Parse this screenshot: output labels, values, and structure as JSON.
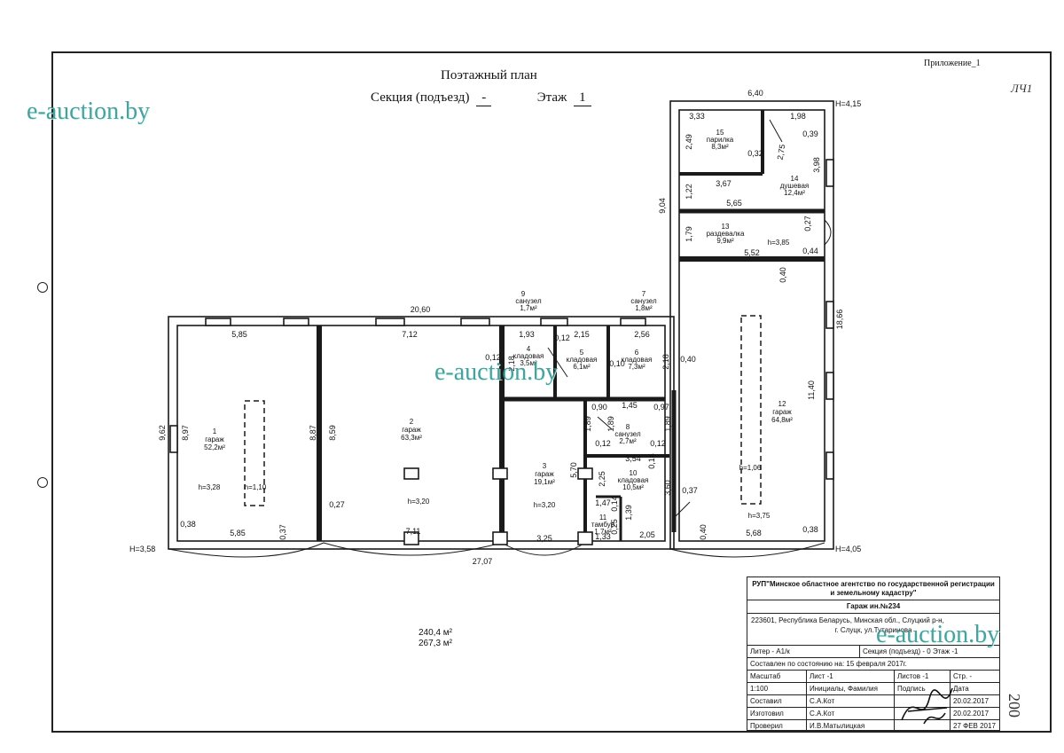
{
  "header": {
    "title": "Поэтажный план",
    "section_label": "Секция (подъезд)",
    "section_value": "-",
    "floor_label": "Этаж",
    "floor_value": "1",
    "appendix": "Приложение_1"
  },
  "watermark": "e-auction.by",
  "margin_marks": {
    "top_right": "ЛЧ1",
    "side_number": "200"
  },
  "rooms": [
    {
      "num": "1",
      "name": "гараж",
      "area": "52,2м²",
      "h": "h=3,28"
    },
    {
      "num": "2",
      "name": "гараж",
      "area": "63,3м²",
      "h": "h=3,20"
    },
    {
      "num": "3",
      "name": "гараж",
      "area": "19,1м²",
      "h": "h=3,20"
    },
    {
      "num": "4",
      "name": "кладовая",
      "area": "3,5м²"
    },
    {
      "num": "5",
      "name": "кладовая",
      "area": "6,1м²"
    },
    {
      "num": "6",
      "name": "кладовая",
      "area": "7,3м²"
    },
    {
      "num": "7",
      "name": "санузел",
      "area": "1,8м²"
    },
    {
      "num": "8",
      "name": "санузел",
      "area": "2,7м²"
    },
    {
      "num": "9",
      "name": "санузел",
      "area": "1,7м²"
    },
    {
      "num": "10",
      "name": "кладовая",
      "area": "10,5м²"
    },
    {
      "num": "11",
      "name": "тамбур",
      "area": "1,7м²"
    },
    {
      "num": "12",
      "name": "гараж",
      "area": "64,8м²",
      "h": "h=3,75"
    },
    {
      "num": "13",
      "name": "раздевалка",
      "area": "9,9м²",
      "h": "h=3,85"
    },
    {
      "num": "14",
      "name": "душевая",
      "area": "12,4м²"
    },
    {
      "num": "15",
      "name": "парилка",
      "area": "8,3м²"
    }
  ],
  "pit_heights": {
    "pit1": "h=1,10",
    "pit12": "h=1,06"
  },
  "dimensions": {
    "top_main": "20,60",
    "bottom_main": "27,07",
    "top_right": "6,40",
    "left_side": "9,62",
    "right_tall": "18,66",
    "right_upper": "9,04",
    "right_lower": "11,40",
    "r1_top": "5,85",
    "r1_bottom": "5,85",
    "r1_left": "8,97",
    "r1_right": "8,87",
    "r2_top": "7,12",
    "r2_bottom": "7,11",
    "r2_left": "8,59",
    "r3_bottom": "3,25",
    "r3_right": "5,70",
    "r4_top": "1,93",
    "r5_top": "2,15",
    "r6_top": "2,56",
    "r8_top": "1,45",
    "r8_left": "1,89",
    "r8_right": "1,89",
    "r8_bottom": "3,54",
    "r10_left": "2,25",
    "r10_right": "3,60",
    "r10_bottom": "2,05",
    "r11_top": "1,47",
    "r11_bottom": "1,33",
    "r11_side": "1,39",
    "r12_bottom": "5,68",
    "r13_bottom": "5,52",
    "r13_left": "1,79",
    "r14_top": "3,67",
    "r14_mid": "5,65",
    "r14_left": "1,22",
    "r14_right": "3,98",
    "r14_small": "2,75",
    "r15_top": "3,33",
    "r15_left": "2,49",
    "r15_door": "1,98",
    "r15_small": "0,32",
    "wall_012": "0,12",
    "wall_010": "0,10",
    "wall_040": "0,40",
    "wall_037": "0,37",
    "wall_038": "0,38",
    "wall_027": "0,27",
    "wall_090": "0,90",
    "wall_097": "0,97",
    "wall_039": "0,39",
    "wall_044": "0,44",
    "wall_014": "0,14",
    "wall_025": "0,25",
    "wall_018": "2,18"
  },
  "levels": {
    "left": "H=3,58",
    "right_bottom": "H=4,05",
    "right_top": "H=4,15"
  },
  "totals": {
    "area_living": "240,4 м²",
    "area_total": "267,3 м²"
  },
  "stamp": {
    "org": "РУП\"Минское областное агентство по государственной регистрации и земельному кадастру\"",
    "object": "Гараж ин.№234",
    "address_line1": "223601, Республика Беларусь, Минская обл., Слуцкий р-н,",
    "address_line2": "г. Слуцк, ул.Тутаринова",
    "liter": "Литер - А1/к",
    "section_floor": "Секция (подъезд) - 0  Этаж -1",
    "compiled": "Составлен по состоянию на: 15 февраля 2017г.",
    "scale_label": "Масштаб",
    "sheet_label": "Лист -1",
    "sheets_label": "Листов -1",
    "page_label": "Стр. -",
    "scale_value": "1:100",
    "initials_label": "Инициалы, Фамилия",
    "signature_label": "Подпись",
    "date_label": "Дата",
    "rows": [
      {
        "role": "Составил",
        "name": "С.А.Кот",
        "date": "20.02.2017"
      },
      {
        "role": "Изготовил",
        "name": "С.А.Кот",
        "date": "20.02.2017"
      },
      {
        "role": "Проверил",
        "name": "И.В.Матылицкая",
        "date": "27 ФЕВ 2017"
      }
    ]
  }
}
